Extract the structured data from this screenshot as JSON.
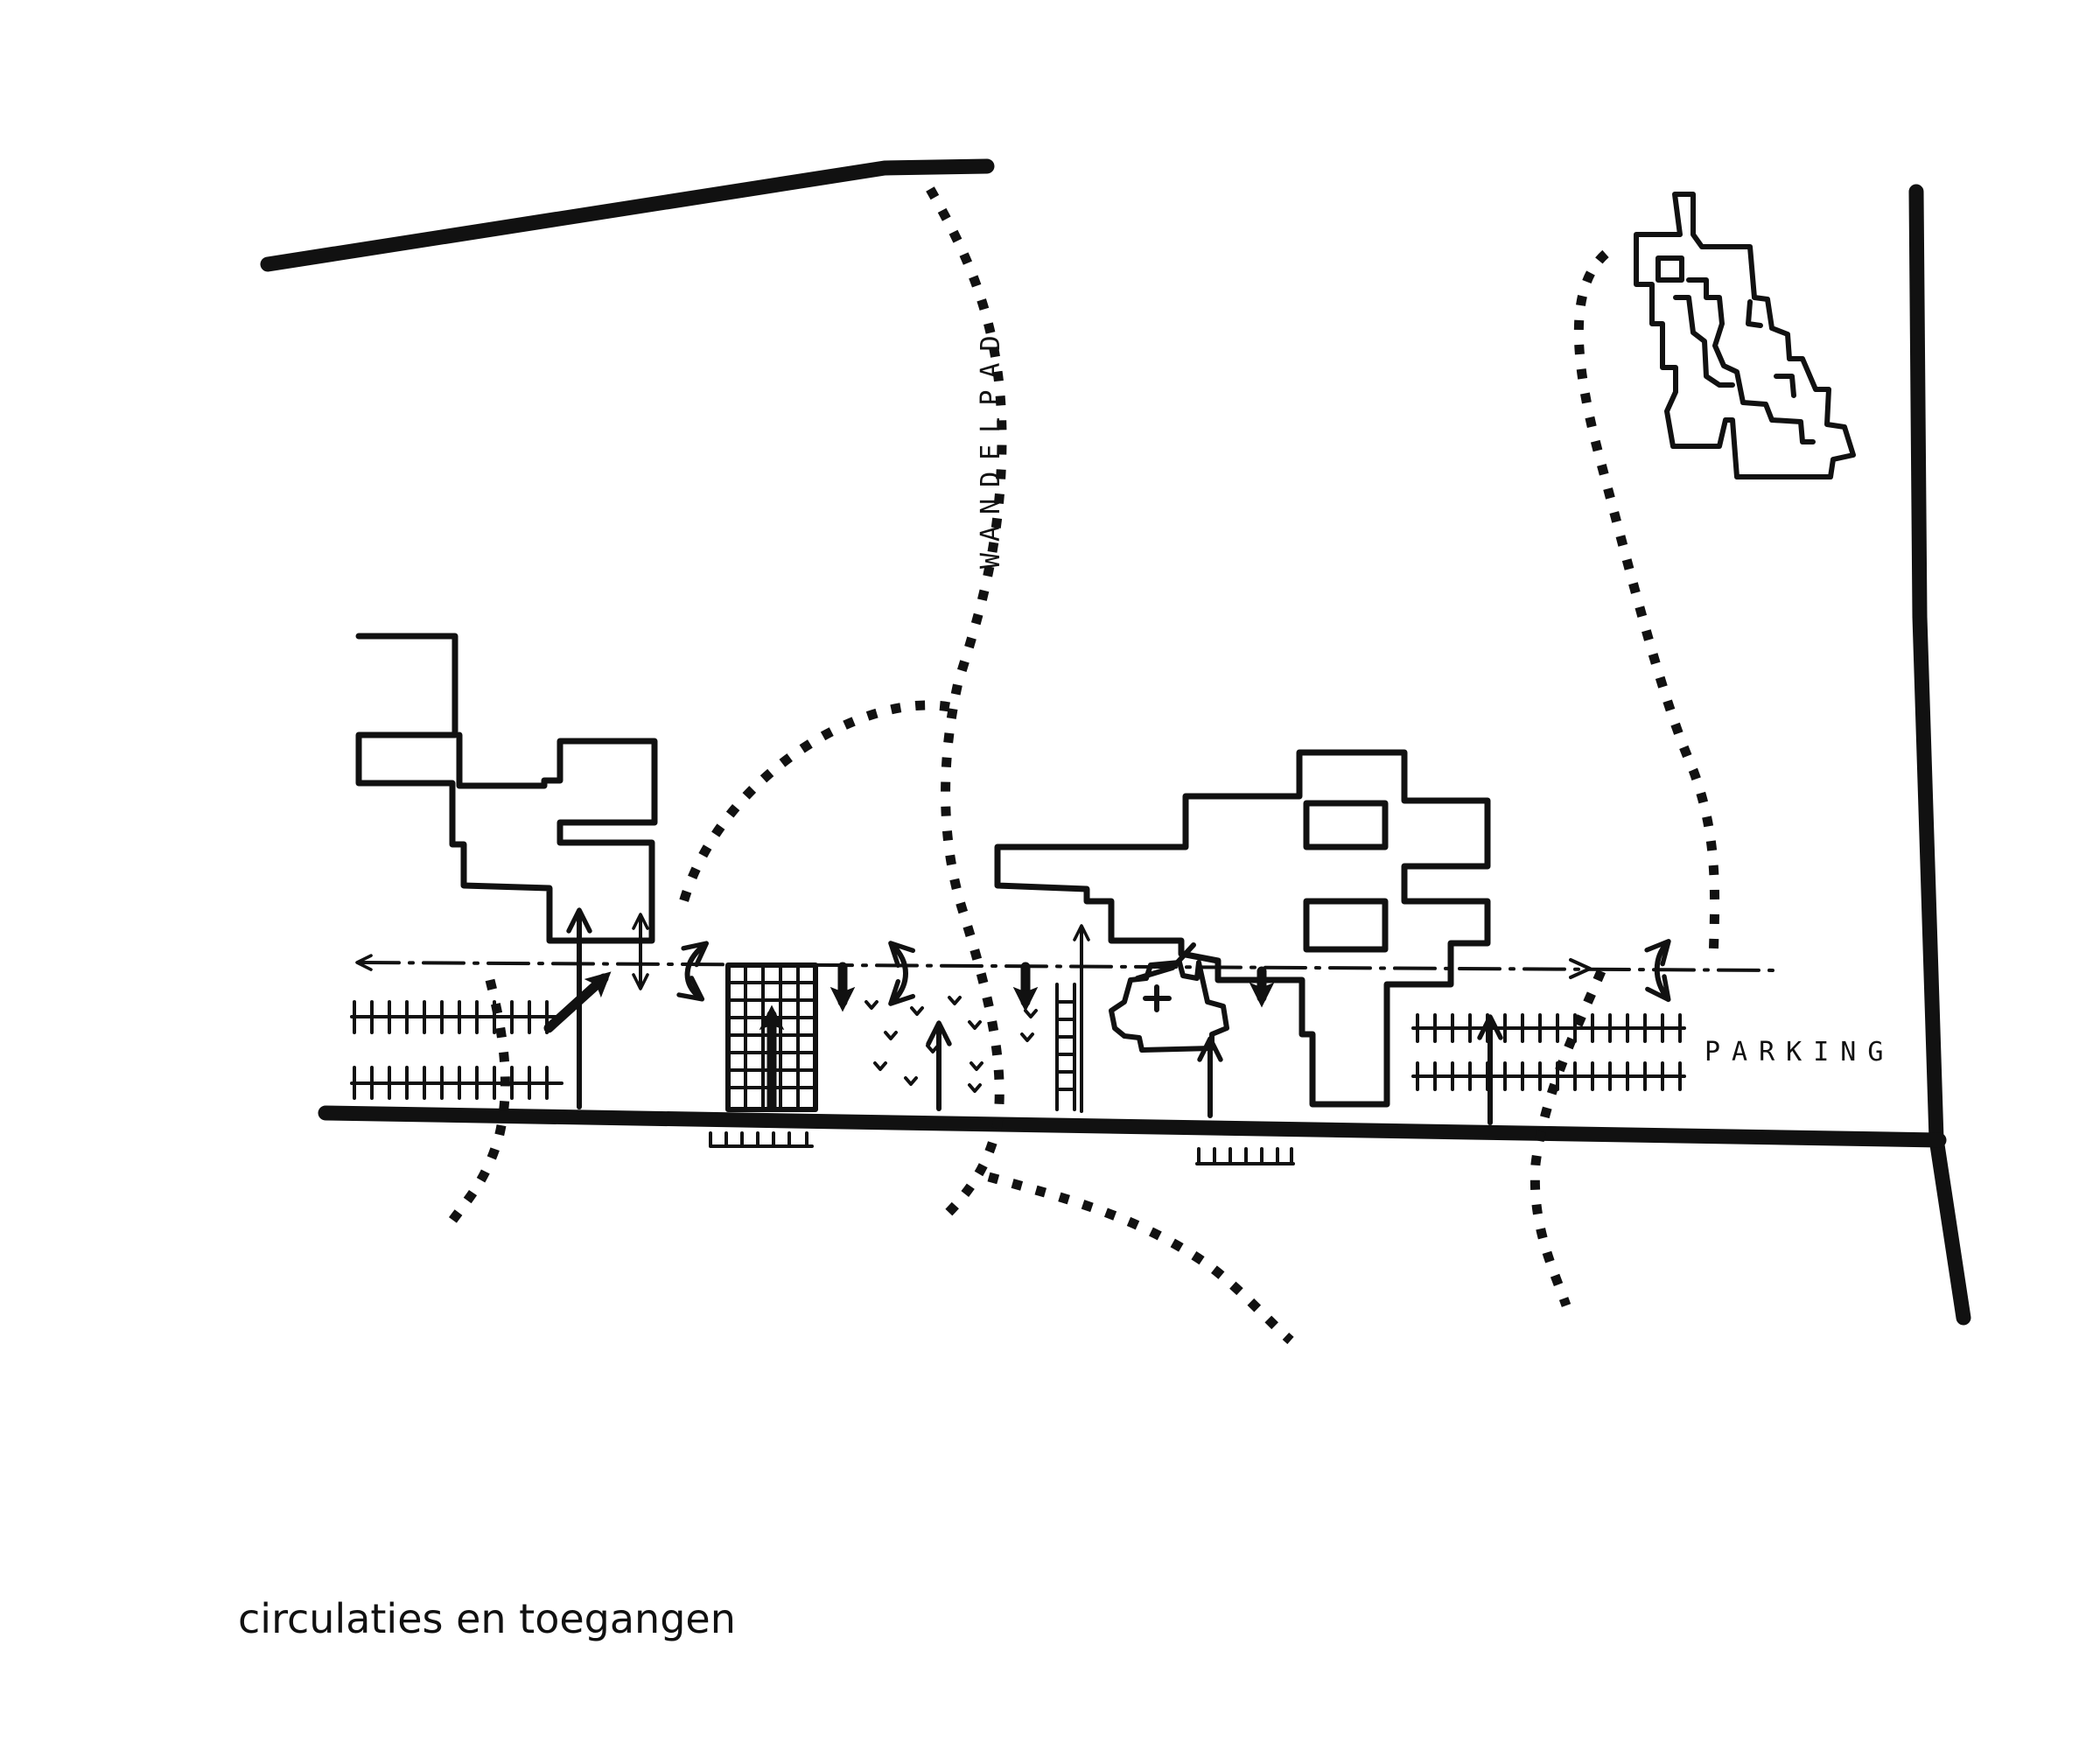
{
  "caption": "circulaties en toegangen",
  "labels": {
    "path": "WANDELPAD",
    "parking": "PARKING"
  },
  "colors": {
    "ink": "#111111",
    "background": "#ffffff"
  }
}
